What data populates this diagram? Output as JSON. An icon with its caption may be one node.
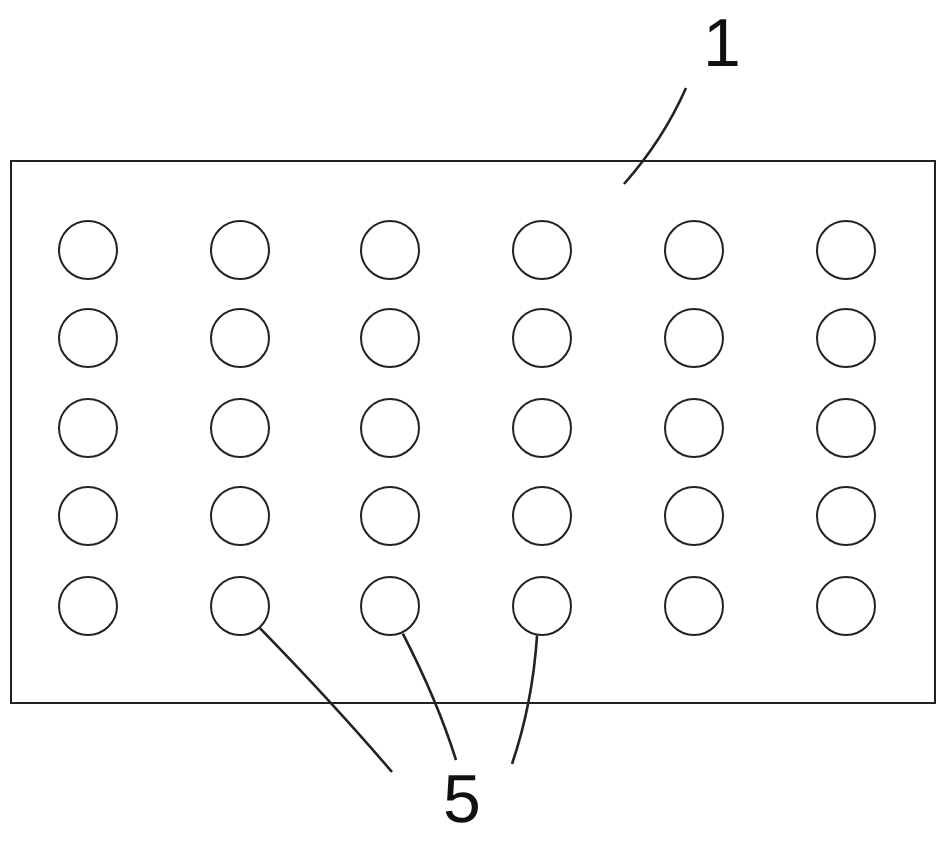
{
  "diagram": {
    "nodes": [
      {
        "text": [
          "1"
        ]
      },
      {
        "text": [],
        "shape": "box"
      },
      {
        "text": [],
        "shape": "circle",
        "in": 1
      },
      {
        "text": [],
        "shape": "circle",
        "in": 1
      },
      {
        "text": [],
        "shape": "circle",
        "in": 1
      },
      {
        "text": [],
        "shape": "circle",
        "in": 1
      },
      {
        "text": [],
        "shape": "circle",
        "in": 1
      },
      {
        "text": [],
        "shape": "circle",
        "in": 1
      },
      {
        "text": [],
        "shape": "circle",
        "in": 1
      },
      {
        "text": [],
        "shape": "circle",
        "in": 1
      },
      {
        "text": [],
        "shape": "circle",
        "in": 1
      },
      {
        "text": [],
        "shape": "circle",
        "in": 1
      },
      {
        "text": [],
        "shape": "circle",
        "in": 1
      },
      {
        "text": [],
        "shape": "circle",
        "in": 1
      },
      {
        "text": [],
        "shape": "circle",
        "in": 1
      },
      {
        "text": [],
        "shape": "circle",
        "in": 1
      },
      {
        "text": [],
        "shape": "circle",
        "in": 1
      },
      {
        "text": [],
        "shape": "circle",
        "in": 1
      },
      {
        "text": [],
        "shape": "circle",
        "in": 1
      },
      {
        "text": [],
        "shape": "circle",
        "in": 1
      },
      {
        "text": [],
        "shape": "circle",
        "in": 1
      },
      {
        "text": [],
        "shape": "circle",
        "in": 1
      },
      {
        "text": [],
        "shape": "circle",
        "in": 1
      },
      {
        "text": [],
        "shape": "circle",
        "in": 1
      },
      {
        "text": [],
        "shape": "circle",
        "in": 1
      },
      {
        "text": [],
        "shape": "circle",
        "in": 1
      },
      {
        "text": [],
        "shape": "circle",
        "in": 1
      },
      {
        "text": [],
        "shape": "circle",
        "in": 1
      },
      {
        "text": [],
        "shape": "circle",
        "in": 1
      },
      {
        "text": [],
        "shape": "circle",
        "in": 1
      },
      {
        "text": [],
        "shape": "circle",
        "in": 1
      },
      {
        "text": [],
        "shape": "circle",
        "in": 1
      },
      {
        "text": [
          "5"
        ]
      }
    ],
    "edges": [
      {
        "from": 0,
        "to": 1,
        "arrow": "none"
      },
      {
        "from": 32,
        "to": 27,
        "arrow": "none"
      },
      {
        "from": 32,
        "to": 28,
        "arrow": "none"
      },
      {
        "from": 32,
        "to": 29,
        "arrow": "none"
      }
    ]
  }
}
